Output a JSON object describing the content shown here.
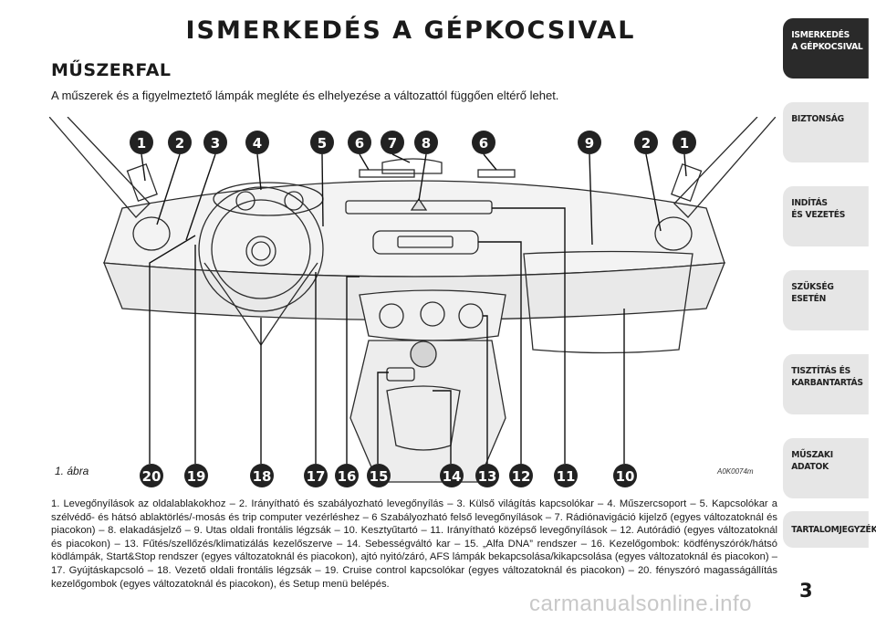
{
  "page": {
    "title": "ISMERKEDÉS A GÉPKOCSIVAL",
    "section_title": "MŰSZERFAL",
    "intro": "A műszerek és a figyelmeztető lámpák megléte és elhelyezése a változattól függően eltérő lehet.",
    "figure_label": "1. ábra",
    "figure_code": "A0K0074m",
    "caption": "1. Levegőnyílások az oldalablakokhoz – 2. Irányítható és szabályozható levegőnyílás – 3. Külső világítás kapcsolókar – 4. Műszercsoport – 5. Kapcsolókar a szélvédő- és hátsó ablaktörlés/-mosás és trip computer vezérléshez – 6 Szabályozható felső levegőnyílások – 7. Rádiónavigáció kijelző (egyes változatoknál és piacokon) – 8. elakadásjelző – 9. Utas oldali frontális légzsák – 10. Kesztyűtartó – 11. Irányítható középső levegőnyílások – 12. Autórádió (egyes változatoknál és piacokon) – 13. Fűtés/szellőzés/klimatizálás kezelőszerve – 14. Sebességváltó kar – 15. „Alfa DNA” rendszer – 16. Kezelőgombok: ködfényszórók/hátsó ködlámpák, Start&Stop rendszer (egyes változatoknál és piacokon), ajtó nyitó/záró, AFS lámpák bekapcsolása/kikapcsolása (egyes változatoknál és piacokon) – 17. Gyújtáskapcsoló – 18. Vezető oldali frontális légzsák – 19. Cruise control kapcsolókar (egyes változatoknál és piacokon) – 20. fényszóró magasságállítás kezelőgombok (egyes változatoknál és piacokon), és Setup menü belépés.",
    "page_number": "3",
    "watermark": "carmanualsonline.info"
  },
  "sidebar": {
    "tabs": [
      {
        "label": "ISMERKEDÉS\nA GÉPKOCSIVAL",
        "active": true
      },
      {
        "label": "BIZTONSÁG",
        "active": false
      },
      {
        "label": "INDÍTÁS\nÉS VEZETÉS",
        "active": false
      },
      {
        "label": "SZÜKSÉG\nESETÉN",
        "active": false
      },
      {
        "label": "TISZTÍTÁS ÉS\nKARBANTARTÁS",
        "active": false
      },
      {
        "label": "MŰSZAKI\nADATOK",
        "active": false
      },
      {
        "label": "TARTALOMJEGYZÉK",
        "active": false
      }
    ]
  },
  "callouts": {
    "top": [
      "1",
      "2",
      "3",
      "4",
      "5",
      "6",
      "7",
      "8",
      "6",
      "9",
      "2",
      "1"
    ],
    "bottom": [
      "20",
      "19",
      "18",
      "17",
      "16",
      "15",
      "14",
      "13",
      "12",
      "11",
      "10"
    ]
  }
}
